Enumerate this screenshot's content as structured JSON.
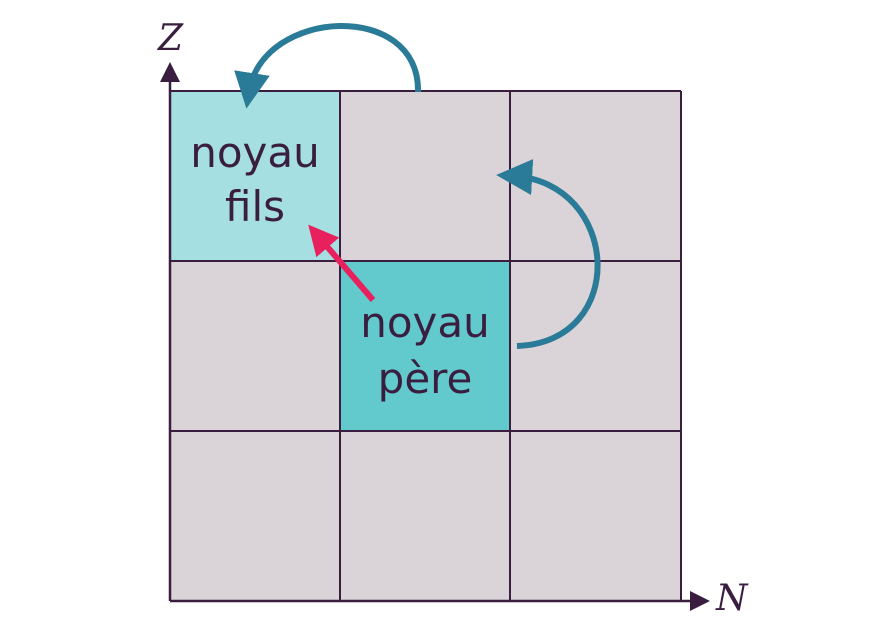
{
  "axes": {
    "x_label": "N",
    "y_label": "Z"
  },
  "cells": {
    "child": {
      "line1": "noyau",
      "line2": "fils",
      "color": "#a5dfe1"
    },
    "parent": {
      "line1": "noyau",
      "line2": "père",
      "color": "#62c9cd"
    },
    "empty_color": "#dad3d8"
  },
  "colors": {
    "grid_line": "#3a1e40",
    "curved_arrows": "#2a7b97",
    "direct_arrow": "#e8215e",
    "text": "#3a1e40"
  }
}
